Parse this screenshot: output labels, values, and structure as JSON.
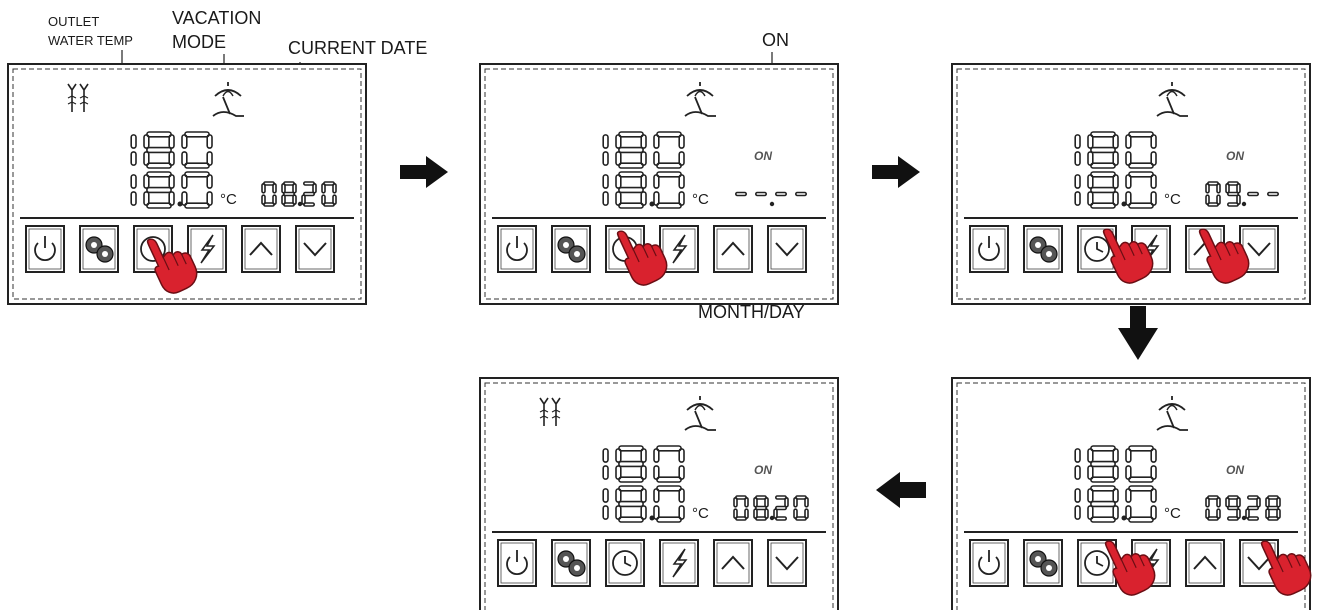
{
  "labels": {
    "outlet_line1": "OUTLET",
    "outlet_line2": "WATER TEMP",
    "vacation_line1": "VACATION",
    "vacation_line2": "MODE",
    "current_date": "CURRENT DATE",
    "on": "ON",
    "month_day": "MONTH/DAY"
  },
  "panels": [
    {
      "temp_top": "18.0",
      "temp": "18.0",
      "unit": "°C",
      "date": "08.20",
      "show_on": false,
      "show_fan": true
    },
    {
      "temp_top": "18.0",
      "temp": "18.0",
      "unit": "°C",
      "date": "--.--",
      "show_on": true,
      "show_fan": false
    },
    {
      "temp_top": "18.0",
      "temp": "18.0",
      "unit": "°C",
      "date": "09.--",
      "show_on": true,
      "show_fan": false
    },
    {
      "temp_top": "18.0",
      "temp": "18.0",
      "unit": "°C",
      "date": "09.28",
      "show_on": true,
      "show_fan": false
    },
    {
      "temp_top": "18.0",
      "temp": "18.0",
      "unit": "°C",
      "date": "08.20",
      "show_on": true,
      "show_fan": true
    }
  ],
  "buttons": [
    "power-icon",
    "fan-icon",
    "clock-icon",
    "lightning-icon",
    "up-arrow-icon",
    "down-arrow-icon"
  ],
  "colors": {
    "hand": "#d9222e",
    "line": "#222222"
  }
}
